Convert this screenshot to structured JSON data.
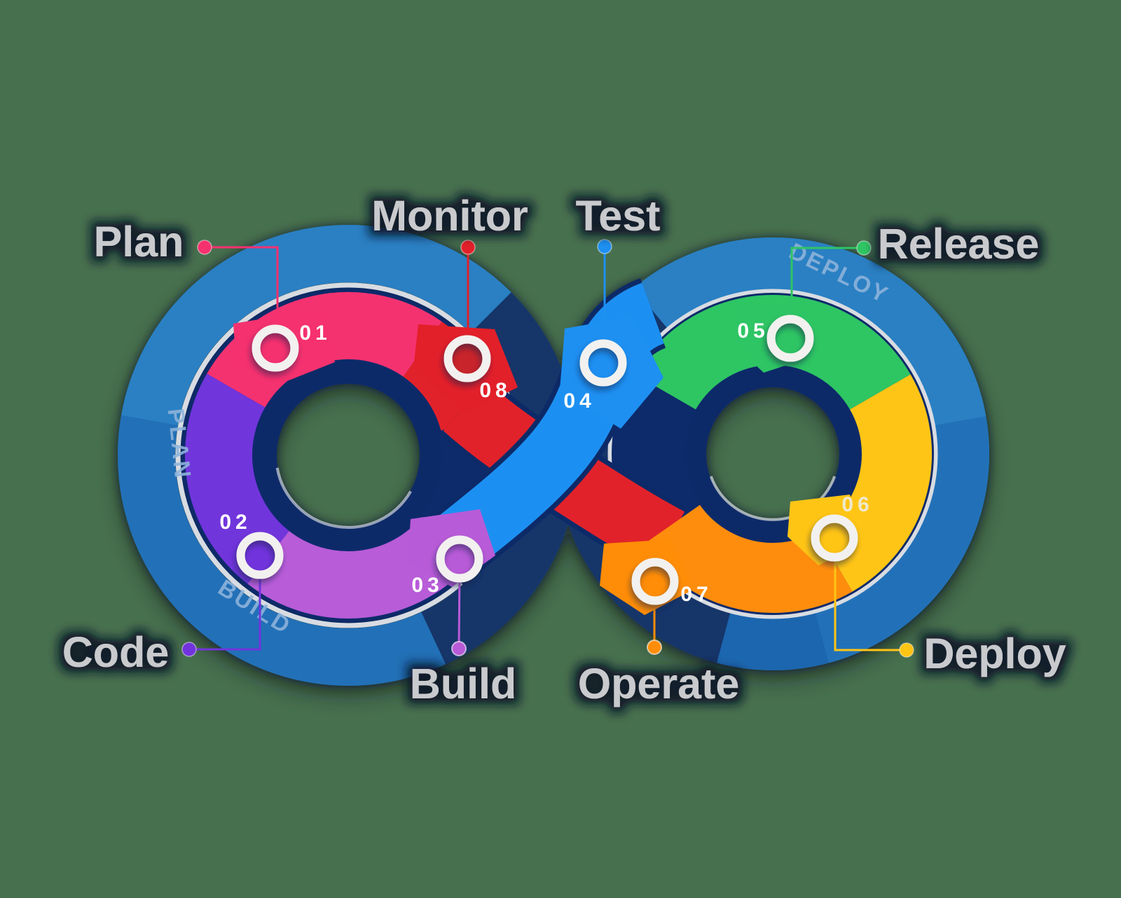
{
  "title": "DevOps infinity loop diagram",
  "background_color": "#47704F",
  "palette": {
    "navy": "#112C6B",
    "navy_dark": "#0E2A63",
    "outer_blue": "#1E66AF",
    "outer_blue_light": "#2B80C3",
    "outer_blue_mid": "#2272B9",
    "outer_navy_patch": "#133569",
    "silver_ring": "#D8DCE2",
    "label_text": "#C9CACD",
    "band_text": "#8FB4DC"
  },
  "band_words": {
    "plan": "PLAN",
    "build": "BUILD",
    "deploy": "DEPLOY"
  },
  "stages": [
    {
      "number": "01",
      "label": "Plan",
      "color": "#F5316F",
      "marker_fill": "#F5316F",
      "number_color": "#FFFFFF"
    },
    {
      "number": "02",
      "label": "Code",
      "color": "#7134DC",
      "marker_fill": "#7134DC",
      "number_color": "#FFFFFF"
    },
    {
      "number": "03",
      "label": "Build",
      "color": "#B85BD8",
      "marker_fill": "#B85BD8",
      "number_color": "#FFFFFF"
    },
    {
      "number": "04",
      "label": "Test",
      "color": "#1E90F2",
      "marker_fill": "#1E90F2",
      "number_color": "#FFFFFF"
    },
    {
      "number": "05",
      "label": "Release",
      "color": "#2EC564",
      "marker_fill": "#2EC564",
      "number_color": "#FFFFFF"
    },
    {
      "number": "06",
      "label": "Deploy",
      "color": "#FFC515",
      "marker_fill": "#FFC515",
      "number_color": "#EFE8CC"
    },
    {
      "number": "07",
      "label": "Operate",
      "color": "#FF8D07",
      "marker_fill": "#FF8D07",
      "number_color": "#FFFFFF"
    },
    {
      "number": "08",
      "label": "Monitor",
      "color": "#E2202A",
      "marker_fill": "#C8242B",
      "number_color": "#FFFFFF"
    }
  ]
}
